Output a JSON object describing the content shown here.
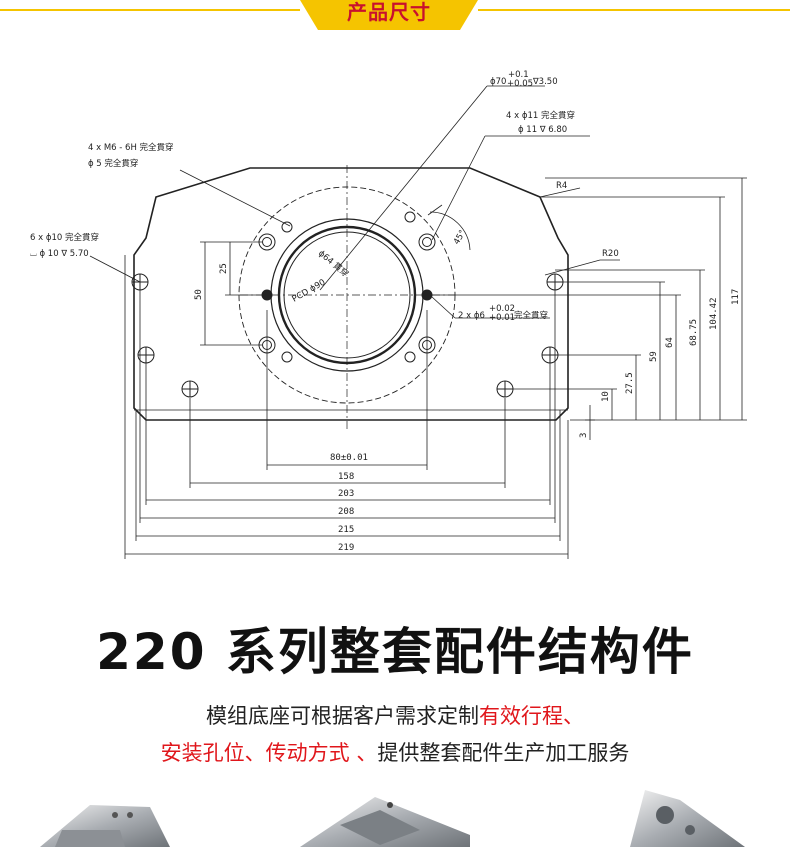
{
  "header": {
    "title": "产品尺寸",
    "accent_color": "#f5c400",
    "title_color": "#c8102e"
  },
  "drawing": {
    "callouts": {
      "bore_line1": "ϕ70",
      "bore_tol_upper": "+0.1",
      "bore_tol_lower": "+0.05",
      "bore_depth": "∇3.50",
      "holes11_line1": "4 x ϕ11 完全貫穿",
      "holes11_line2": "ϕ 11 ∇ 6.80",
      "m6_line1": "4 x  M6 - 6H 完全貫穿",
      "m6_line2": "ϕ 5 完全貫穿",
      "holes10_line1": "6 x ϕ10 完全貫穿",
      "holes10_line2": "⌴ ϕ 10 ∇ 5.70",
      "pin_holes": "2 x ϕ6",
      "pin_tol_upper": "+0.02",
      "pin_tol_lower": "+0.01",
      "pin_suffix": "完全貫穿",
      "r4": "R4",
      "r20": "R20",
      "angle": "45°",
      "bore_dia": "ϕ64 貫穿",
      "pcd": "PCD ϕ90"
    },
    "dimensions": {
      "h80": "80±0.01",
      "h158": "158",
      "h203": "203",
      "h208": "208",
      "h215": "215",
      "h219": "219",
      "v25": "25",
      "v50": "50",
      "v3": "3",
      "v10": "10",
      "v27_5": "27.5",
      "v59": "59",
      "v64": "64",
      "v68_75": "68.75",
      "v104_42": "104.42",
      "v117": "117"
    }
  },
  "heading": "220 系列整套配件结构件",
  "description": {
    "line1_normal": "模组底座可根据客户需求定制",
    "line1_highlight": "有效行程、",
    "line2_highlight": "安装孔位、传动方式 、",
    "line2_normal": "提供整套配件生产加工服务",
    "highlight_color": "#e0161b"
  }
}
